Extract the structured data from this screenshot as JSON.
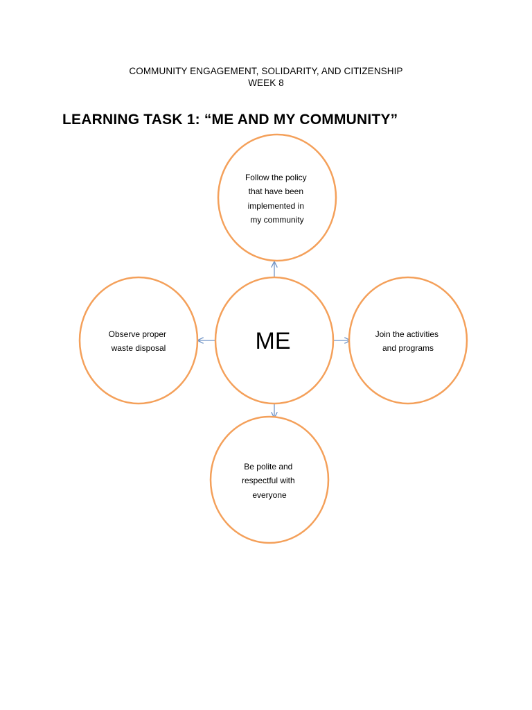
{
  "header": {
    "course_title": "COMMUNITY ENGAGEMENT, SOLIDARITY, AND CITIZENSHIP",
    "week": "WEEK 8"
  },
  "task_title": "LEARNING TASK 1: “ME AND MY COMMUNITY”",
  "diagram": {
    "center": "ME",
    "colors": {
      "circle_outline": "#f4a05a",
      "arrow": "#6f93c6"
    },
    "top": {
      "lines": [
        "Follow the policy",
        "that have been",
        "implemented in",
        "my community"
      ]
    },
    "left": {
      "lines": [
        "Observe proper",
        "waste disposal"
      ]
    },
    "right": {
      "lines": [
        "Join the activities",
        "and programs"
      ]
    },
    "bottom": {
      "lines": [
        "Be polite and",
        "respectful with",
        "everyone"
      ]
    }
  }
}
